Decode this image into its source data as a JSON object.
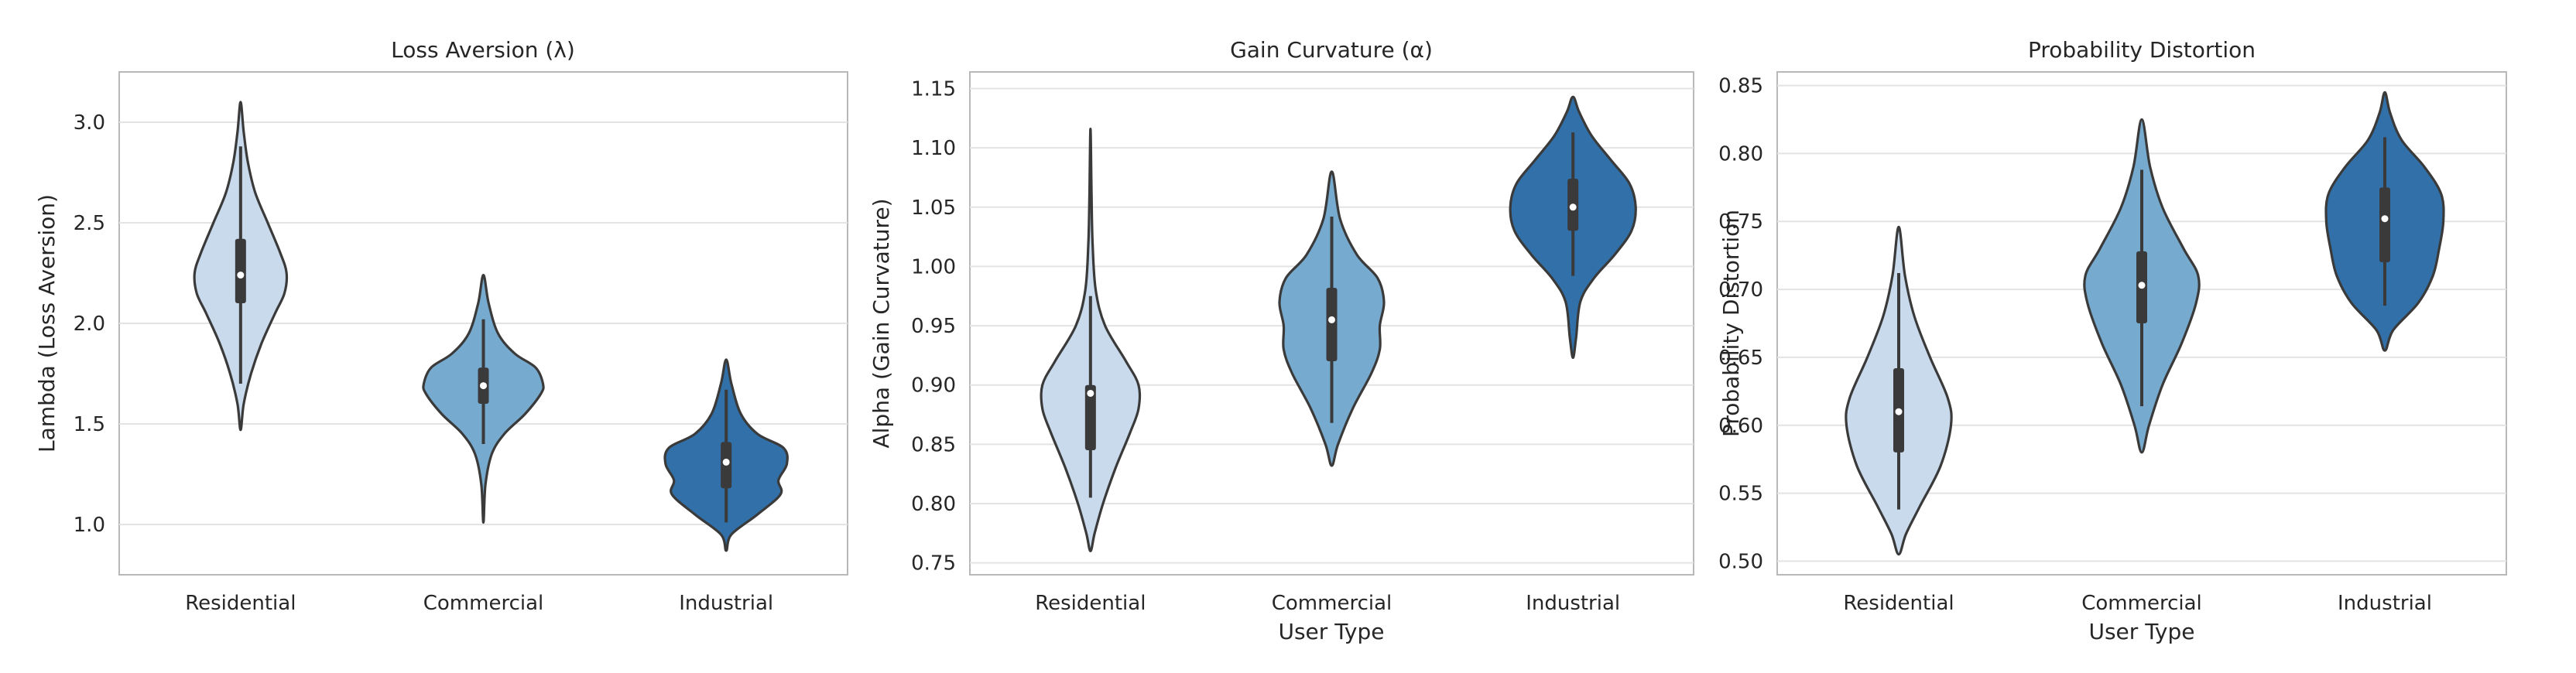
{
  "chart_data": [
    {
      "type": "violin",
      "title": "Loss Aversion (λ)",
      "xlabel": "",
      "ylabel": "Lambda (Loss Aversion)",
      "ylim": [
        0.75,
        3.25
      ],
      "yticks": [
        "1.0",
        "1.5",
        "2.0",
        "2.5",
        "3.0"
      ],
      "grid": true,
      "categories": [
        "Residential",
        "Commercial",
        "Industrial"
      ],
      "colors": [
        "#c9daed",
        "#77aacf",
        "#3170a8"
      ],
      "violins": [
        {
          "category": "Residential",
          "min": 1.47,
          "max": 3.1,
          "whisker_low": 1.7,
          "whisker_high": 2.88,
          "q1": 2.1,
          "median": 2.24,
          "q3": 2.42,
          "density": [
            [
              1.47,
              0.0
            ],
            [
              1.6,
              0.03
            ],
            [
              1.75,
              0.1
            ],
            [
              1.9,
              0.2
            ],
            [
              2.05,
              0.33
            ],
            [
              2.15,
              0.42
            ],
            [
              2.25,
              0.44
            ],
            [
              2.35,
              0.38
            ],
            [
              2.5,
              0.26
            ],
            [
              2.65,
              0.14
            ],
            [
              2.8,
              0.07
            ],
            [
              2.95,
              0.03
            ],
            [
              3.1,
              0.0
            ]
          ]
        },
        {
          "category": "Commercial",
          "min": 1.01,
          "max": 2.24,
          "whisker_low": 1.4,
          "whisker_high": 2.02,
          "q1": 1.6,
          "median": 1.69,
          "q3": 1.78,
          "density": [
            [
              1.01,
              0.0
            ],
            [
              1.2,
              0.02
            ],
            [
              1.35,
              0.08
            ],
            [
              1.45,
              0.2
            ],
            [
              1.55,
              0.4
            ],
            [
              1.65,
              0.55
            ],
            [
              1.7,
              0.57
            ],
            [
              1.78,
              0.5
            ],
            [
              1.85,
              0.3
            ],
            [
              1.95,
              0.14
            ],
            [
              2.1,
              0.05
            ],
            [
              2.24,
              0.0
            ]
          ]
        },
        {
          "category": "Industrial",
          "min": 0.87,
          "max": 1.82,
          "whisker_low": 1.01,
          "whisker_high": 1.67,
          "q1": 1.18,
          "median": 1.31,
          "q3": 1.41,
          "density": [
            [
              0.87,
              0.0
            ],
            [
              0.95,
              0.05
            ],
            [
              1.05,
              0.3
            ],
            [
              1.15,
              0.52
            ],
            [
              1.22,
              0.5
            ],
            [
              1.3,
              0.58
            ],
            [
              1.38,
              0.55
            ],
            [
              1.45,
              0.3
            ],
            [
              1.55,
              0.14
            ],
            [
              1.7,
              0.05
            ],
            [
              1.82,
              0.0
            ]
          ]
        }
      ]
    },
    {
      "type": "violin",
      "title": "Gain Curvature (α)",
      "xlabel": "User Type",
      "ylabel": "Alpha (Gain Curvature)",
      "ylim": [
        0.74,
        1.164
      ],
      "yticks": [
        "0.75",
        "0.80",
        "0.85",
        "0.90",
        "0.95",
        "1.00",
        "1.05",
        "1.10",
        "1.15"
      ],
      "grid": true,
      "categories": [
        "Residential",
        "Commercial",
        "Industrial"
      ],
      "colors": [
        "#c9daed",
        "#77aacf",
        "#3170a8"
      ],
      "violins": [
        {
          "category": "Residential",
          "min": 0.76,
          "max": 1.116,
          "whisker_low": 0.805,
          "whisker_high": 0.975,
          "q1": 0.845,
          "median": 0.893,
          "q3": 0.9,
          "density": [
            [
              0.76,
              0.0
            ],
            [
              0.775,
              0.04
            ],
            [
              0.8,
              0.12
            ],
            [
              0.83,
              0.24
            ],
            [
              0.86,
              0.38
            ],
            [
              0.88,
              0.46
            ],
            [
              0.9,
              0.46
            ],
            [
              0.92,
              0.34
            ],
            [
              0.95,
              0.14
            ],
            [
              0.98,
              0.05
            ],
            [
              1.02,
              0.02
            ],
            [
              1.06,
              0.01
            ],
            [
              1.116,
              0.0
            ]
          ]
        },
        {
          "category": "Commercial",
          "min": 0.832,
          "max": 1.08,
          "whisker_low": 0.868,
          "whisker_high": 1.042,
          "q1": 0.92,
          "median": 0.955,
          "q3": 0.982,
          "density": [
            [
              0.832,
              0.0
            ],
            [
              0.85,
              0.06
            ],
            [
              0.88,
              0.2
            ],
            [
              0.91,
              0.38
            ],
            [
              0.93,
              0.46
            ],
            [
              0.95,
              0.46
            ],
            [
              0.97,
              0.5
            ],
            [
              0.99,
              0.44
            ],
            [
              1.01,
              0.24
            ],
            [
              1.04,
              0.08
            ],
            [
              1.08,
              0.0
            ]
          ]
        },
        {
          "category": "Industrial",
          "min": 0.923,
          "max": 1.143,
          "whisker_low": 0.992,
          "whisker_high": 1.113,
          "q1": 1.03,
          "median": 1.05,
          "q3": 1.074,
          "density": [
            [
              0.923,
              0.0
            ],
            [
              0.94,
              0.03
            ],
            [
              0.97,
              0.07
            ],
            [
              0.99,
              0.2
            ],
            [
              1.01,
              0.4
            ],
            [
              1.03,
              0.56
            ],
            [
              1.05,
              0.6
            ],
            [
              1.07,
              0.54
            ],
            [
              1.09,
              0.36
            ],
            [
              1.11,
              0.18
            ],
            [
              1.13,
              0.06
            ],
            [
              1.143,
              0.0
            ]
          ]
        }
      ]
    },
    {
      "type": "violin",
      "title": "Probability Distortion",
      "xlabel": "User Type",
      "ylabel": "Probability Distortion",
      "ylim": [
        0.49,
        0.86
      ],
      "yticks": [
        "0.50",
        "0.55",
        "0.60",
        "0.65",
        "0.70",
        "0.75",
        "0.80",
        "0.85"
      ],
      "grid": true,
      "categories": [
        "Residential",
        "Commercial",
        "Industrial"
      ],
      "colors": [
        "#c9daed",
        "#77aacf",
        "#3170a8"
      ],
      "violins": [
        {
          "category": "Residential",
          "min": 0.505,
          "max": 0.746,
          "whisker_low": 0.538,
          "whisker_high": 0.712,
          "q1": 0.58,
          "median": 0.61,
          "q3": 0.642,
          "density": [
            [
              0.505,
              0.0
            ],
            [
              0.52,
              0.07
            ],
            [
              0.54,
              0.2
            ],
            [
              0.57,
              0.4
            ],
            [
              0.6,
              0.5
            ],
            [
              0.62,
              0.47
            ],
            [
              0.65,
              0.3
            ],
            [
              0.68,
              0.15
            ],
            [
              0.71,
              0.06
            ],
            [
              0.746,
              0.0
            ]
          ]
        },
        {
          "category": "Commercial",
          "min": 0.58,
          "max": 0.825,
          "whisker_low": 0.614,
          "whisker_high": 0.788,
          "q1": 0.675,
          "median": 0.703,
          "q3": 0.728,
          "density": [
            [
              0.58,
              0.0
            ],
            [
              0.6,
              0.07
            ],
            [
              0.63,
              0.2
            ],
            [
              0.66,
              0.38
            ],
            [
              0.69,
              0.52
            ],
            [
              0.71,
              0.54
            ],
            [
              0.73,
              0.4
            ],
            [
              0.76,
              0.2
            ],
            [
              0.79,
              0.08
            ],
            [
              0.825,
              0.0
            ]
          ]
        },
        {
          "category": "Industrial",
          "min": 0.655,
          "max": 0.845,
          "whisker_low": 0.688,
          "whisker_high": 0.812,
          "q1": 0.72,
          "median": 0.752,
          "q3": 0.775,
          "density": [
            [
              0.655,
              0.0
            ],
            [
              0.67,
              0.08
            ],
            [
              0.69,
              0.32
            ],
            [
              0.71,
              0.46
            ],
            [
              0.73,
              0.52
            ],
            [
              0.75,
              0.56
            ],
            [
              0.77,
              0.54
            ],
            [
              0.79,
              0.38
            ],
            [
              0.81,
              0.16
            ],
            [
              0.83,
              0.05
            ],
            [
              0.845,
              0.0
            ]
          ]
        }
      ]
    }
  ]
}
